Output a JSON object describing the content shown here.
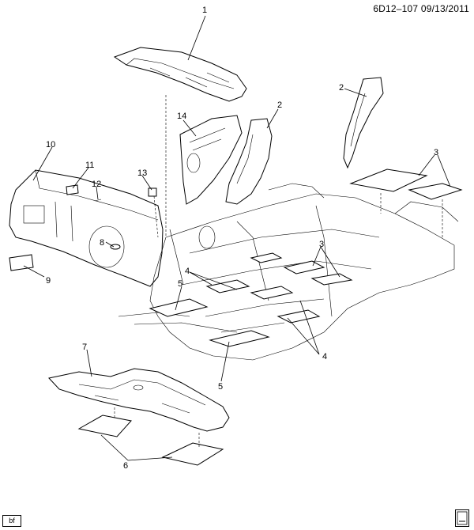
{
  "header": {
    "code": "6D12–107  09/13/2011"
  },
  "footer": {
    "tag": "bf"
  },
  "callouts": [
    {
      "id": "c1",
      "label": "1"
    },
    {
      "id": "c2a",
      "label": "2"
    },
    {
      "id": "c2b",
      "label": "2"
    },
    {
      "id": "c3a",
      "label": "3"
    },
    {
      "id": "c3b",
      "label": "3"
    },
    {
      "id": "c4a",
      "label": "4"
    },
    {
      "id": "c4b",
      "label": "4"
    },
    {
      "id": "c5a",
      "label": "5"
    },
    {
      "id": "c5b",
      "label": "5"
    },
    {
      "id": "c6",
      "label": "6"
    },
    {
      "id": "c7",
      "label": "7"
    },
    {
      "id": "c8",
      "label": "8"
    },
    {
      "id": "c9",
      "label": "9"
    },
    {
      "id": "c10",
      "label": "10"
    },
    {
      "id": "c11",
      "label": "11"
    },
    {
      "id": "c12",
      "label": "12"
    },
    {
      "id": "c13",
      "label": "13"
    },
    {
      "id": "c14",
      "label": "14"
    }
  ],
  "logo": {
    "name": "gm-logo-icon"
  }
}
